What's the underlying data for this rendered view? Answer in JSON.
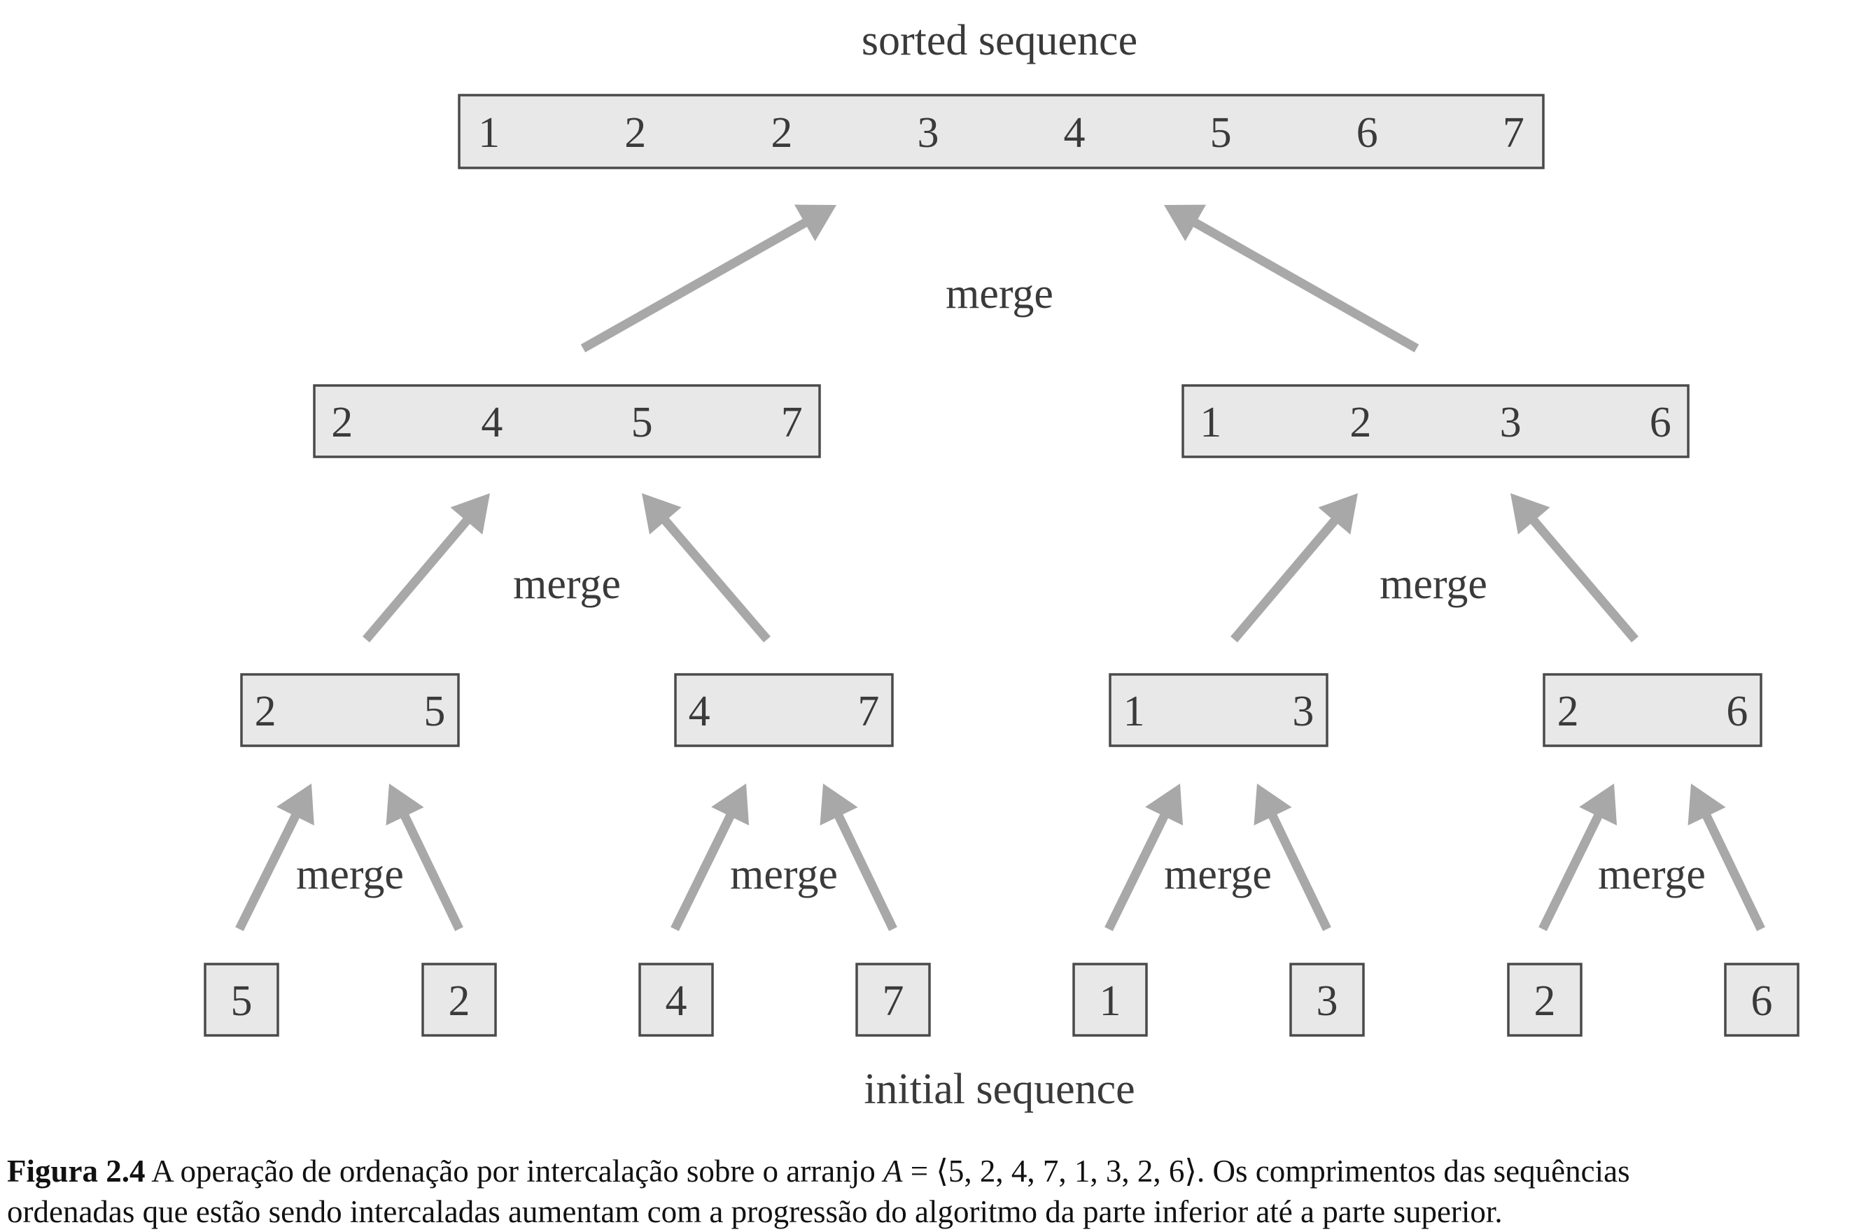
{
  "diagram": {
    "top_label": "sorted sequence",
    "bottom_label": "initial sequence",
    "merge_label": "merge",
    "levels": [
      {
        "name": "sorted",
        "sequences": [
          [
            "1",
            "2",
            "2",
            "3",
            "4",
            "5",
            "6",
            "7"
          ]
        ]
      },
      {
        "name": "merge-level-2",
        "sequences": [
          [
            "2",
            "4",
            "5",
            "7"
          ],
          [
            "1",
            "2",
            "3",
            "6"
          ]
        ]
      },
      {
        "name": "merge-level-1",
        "sequences": [
          [
            "2",
            "5"
          ],
          [
            "4",
            "7"
          ],
          [
            "1",
            "3"
          ],
          [
            "2",
            "6"
          ]
        ]
      },
      {
        "name": "initial",
        "sequences": [
          [
            "5"
          ],
          [
            "2"
          ],
          [
            "4"
          ],
          [
            "7"
          ],
          [
            "1"
          ],
          [
            "3"
          ],
          [
            "2"
          ],
          [
            "6"
          ]
        ]
      }
    ]
  },
  "caption": {
    "figure_ref": "Figura 2.4",
    "line1_text": " A operação de ordenação por intercalação sobre o arranjo ",
    "array_var": "A",
    "array_value": " = ⟨5, 2, 4, 7, 1, 3, 2, 6⟩. Os comprimentos das sequências",
    "line2_text": "ordenadas que estão sendo intercaladas aumentam com a progressão do algoritmo da parte inferior até a parte superior."
  }
}
